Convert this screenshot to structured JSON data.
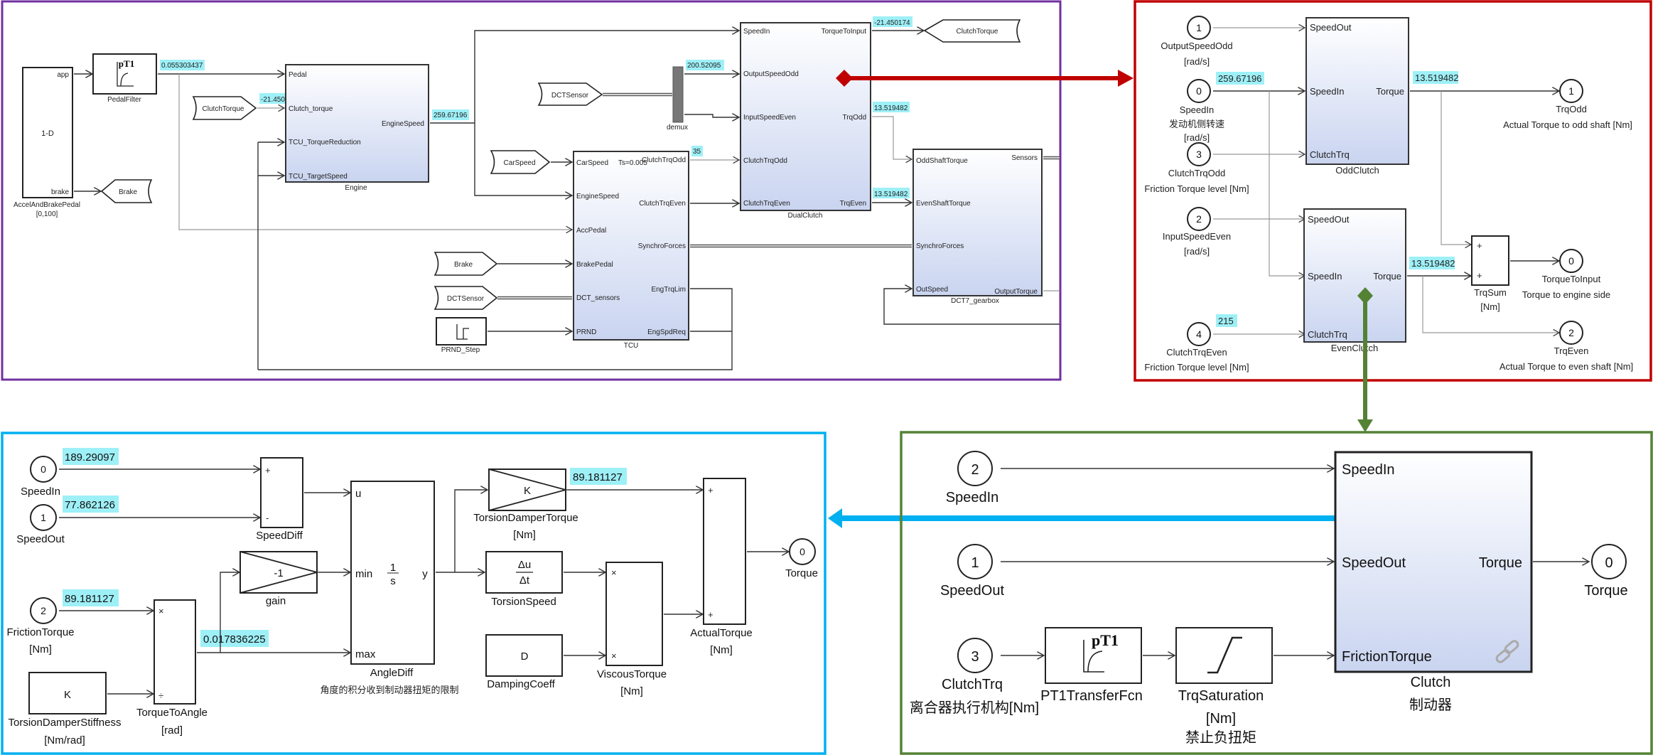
{
  "colors": {
    "top_frame": "#7030a0",
    "odd_even_frame": "#c00000",
    "torsion_frame": "#00b0f0",
    "clutch_frame": "#548235",
    "value_tag": "#9ef0f7",
    "subsystem_grad_top": "#ffffff",
    "subsystem_grad_bottom": "#c9d4f0"
  },
  "top": {
    "pedal_lut": {
      "name": "AccelAndBrakePedal",
      "range": "[0,100]",
      "icon": "1-D",
      "ports_out": [
        "app",
        "brake"
      ]
    },
    "pedal_filter": {
      "name": "PedalFilter",
      "icon": "pT1"
    },
    "pedal_value": "0.055303437",
    "brake_goto": "Brake",
    "clutch_torque_from": "ClutchTorque",
    "clutch_torque_value": "-21.450",
    "engine": {
      "name": "Engine",
      "inputs": [
        "Pedal",
        "Clutch_torque",
        "TCU_TorqueReduction",
        "TCU_TargetSpeed"
      ],
      "outputs": [
        "EngineSpeed"
      ]
    },
    "engine_speed_value": "259.67196",
    "dct_sensor_from": "DCTSensor",
    "demux": "demux",
    "demux_value": "200.52095",
    "car_speed_from": "CarSpeed",
    "brake_from": "Brake",
    "dct_sensor_from2": "DCTSensor",
    "prnd_step": "PRND_Step",
    "tcu": {
      "name": "TCU",
      "sample_time": "Ts=0.005",
      "inputs": [
        "CarSpeed",
        "EngineSpeed",
        "AccPedal",
        "BrakePedal",
        "DCT_sensors",
        "PRND"
      ],
      "outputs": [
        "ClutchTrqOdd",
        "ClutchTrqEven",
        "SynchroForces",
        "EngTrqLim",
        "EngSpdReq"
      ]
    },
    "clutch_trq_odd_value": "35",
    "dual_clutch": {
      "name": "DualClutch",
      "inputs": [
        "SpeedIn",
        "OutputSpeedOdd",
        "InputSpeedEven",
        "ClutchTrqOdd",
        "ClutchTrqEven"
      ],
      "outputs": [
        "TorqueToInput",
        "TrqOdd",
        "TrqEven"
      ]
    },
    "torque_to_input_value": "-21.450174",
    "clutch_torque_goto": "ClutchTorque",
    "trq_odd_value": "13.519482",
    "trq_even_value": "13.519482",
    "gearbox": {
      "name": "DCT7_gearbox",
      "inputs": [
        "OddShaftTorque",
        "EvenShaftTorque",
        "SynchroForces",
        "OutSpeed"
      ],
      "outputs": [
        "Sensors",
        "OutputTorque"
      ]
    }
  },
  "dual_clutch_detail": {
    "inports": [
      {
        "num": "1",
        "name": "OutputSpeedOdd",
        "desc": "[rad/s]"
      },
      {
        "num": "0",
        "name": "SpeedIn",
        "desc": "发动机侧转速",
        "desc2": "[rad/s]"
      },
      {
        "num": "3",
        "name": "ClutchTrqOdd",
        "desc": "Friction Torque level [Nm]"
      },
      {
        "num": "2",
        "name": "InputSpeedEven",
        "desc": "[rad/s]"
      },
      {
        "num": "4",
        "name": "ClutchTrqEven",
        "desc": "Friction Torque level [Nm]"
      }
    ],
    "speed_in_value": "259.67196",
    "clutch_trq_even_value": "215",
    "odd_clutch": {
      "name": "OddClutch",
      "inputs": [
        "SpeedOut",
        "SpeedIn",
        "ClutchTrq"
      ],
      "output": "Torque"
    },
    "even_clutch": {
      "name": "EvenClutch",
      "inputs": [
        "SpeedOut",
        "SpeedIn",
        "ClutchTrq"
      ],
      "output": "Torque"
    },
    "odd_torque_value": "13.519482",
    "even_torque_value": "13.519482",
    "trq_sum": {
      "name": "TrqSum",
      "unit": "[Nm]",
      "signs": [
        "+",
        "+"
      ]
    },
    "outports": [
      {
        "num": "1",
        "name": "TrqOdd",
        "desc": "Actual Torque to odd shaft [Nm]"
      },
      {
        "num": "0",
        "name": "TorqueToInput",
        "desc": "Torque to engine side"
      },
      {
        "num": "2",
        "name": "TrqEven",
        "desc": "Actual Torque to even shaft [Nm]"
      }
    ]
  },
  "torsion_detail": {
    "inports": [
      {
        "num": "0",
        "name": "SpeedIn",
        "value": "189.29097"
      },
      {
        "num": "1",
        "name": "SpeedOut",
        "value": "77.862126"
      },
      {
        "num": "2",
        "name": "FrictionTorque",
        "unit": "[Nm]",
        "value": "89.181127"
      }
    ],
    "speed_diff": {
      "name": "SpeedDiff",
      "signs": [
        "+",
        "-"
      ]
    },
    "gain": {
      "name": "gain",
      "value": "-1"
    },
    "stiffness": {
      "name": "TorsionDamperStiffness",
      "unit": "[Nm/rad]",
      "value": "K"
    },
    "torque_to_angle": {
      "name": "TorqueToAngle",
      "unit": "[rad]",
      "signs": [
        "×",
        "÷"
      ],
      "value": "0.017836225"
    },
    "angle_diff": {
      "name": "AngleDiff",
      "note": "角度的积分收到制动器扭矩的限制",
      "ports": [
        "u",
        "min",
        "max"
      ],
      "out": "y",
      "num": "1",
      "den": "s"
    },
    "damper_torque": {
      "name": "TorsionDamperTorque",
      "unit": "[Nm]",
      "value": "K",
      "signal": "89.181127"
    },
    "torsion_speed": {
      "name": "TorsionSpeed",
      "num": "Δu",
      "den": "Δt"
    },
    "damping": {
      "name": "DampingCoeff",
      "value": "D"
    },
    "viscous": {
      "name": "ViscousTorque",
      "unit": "[Nm]",
      "signs": [
        "×",
        "×"
      ]
    },
    "actual": {
      "name": "ActualTorque",
      "unit": "[Nm]",
      "signs": [
        "+",
        "+"
      ]
    },
    "outport": {
      "num": "0",
      "name": "Torque"
    }
  },
  "clutch_detail": {
    "inports": [
      {
        "num": "2",
        "name": "SpeedIn"
      },
      {
        "num": "1",
        "name": "SpeedOut"
      },
      {
        "num": "3",
        "name": "ClutchTrq",
        "desc": "离合器执行机构[Nm]"
      }
    ],
    "pt1": {
      "name": "PT1TransferFcn",
      "icon": "pT1"
    },
    "saturation": {
      "name": "TrqSaturation",
      "unit": "[Nm]",
      "note": "禁止负扭矩"
    },
    "clutch": {
      "name": "Clutch",
      "note": "制动器",
      "inputs": [
        "SpeedIn",
        "SpeedOut",
        "FrictionTorque"
      ],
      "output": "Torque"
    },
    "outport": {
      "num": "0",
      "name": "Torque"
    }
  }
}
